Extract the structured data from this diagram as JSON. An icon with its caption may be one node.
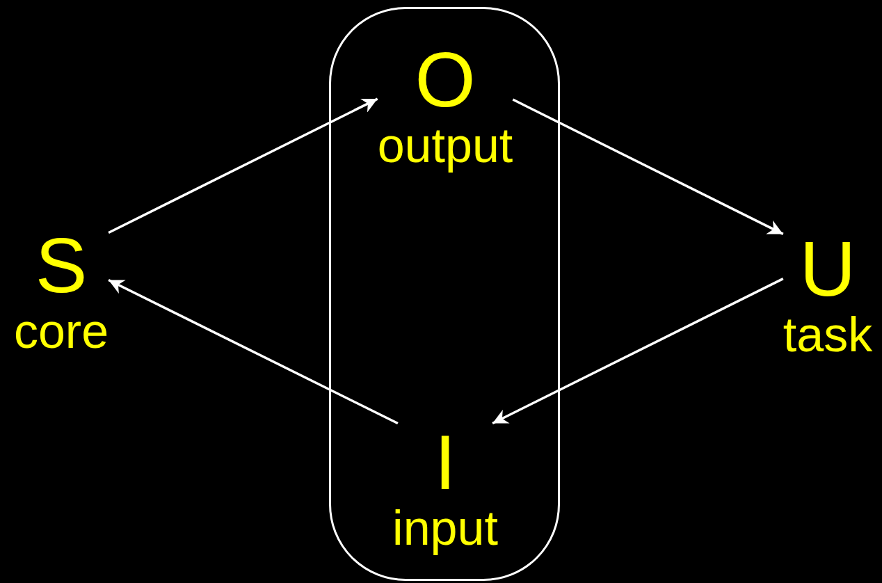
{
  "diagram": {
    "nodes": [
      {
        "text": [
          "S",
          "core"
        ]
      },
      {
        "text": [],
        "shape": "box"
      },
      {
        "text": [
          "O",
          "output"
        ],
        "in": 1
      },
      {
        "text": [
          "I",
          "input"
        ],
        "in": 1
      },
      {
        "text": [
          "U",
          "task"
        ]
      }
    ],
    "edges": [
      {
        "from": 0,
        "to": 2,
        "arrow": "to"
      },
      {
        "from": 2,
        "to": 4,
        "arrow": "to"
      },
      {
        "from": 4,
        "to": 3,
        "arrow": "to"
      },
      {
        "from": 3,
        "to": 0,
        "arrow": "to"
      }
    ]
  }
}
